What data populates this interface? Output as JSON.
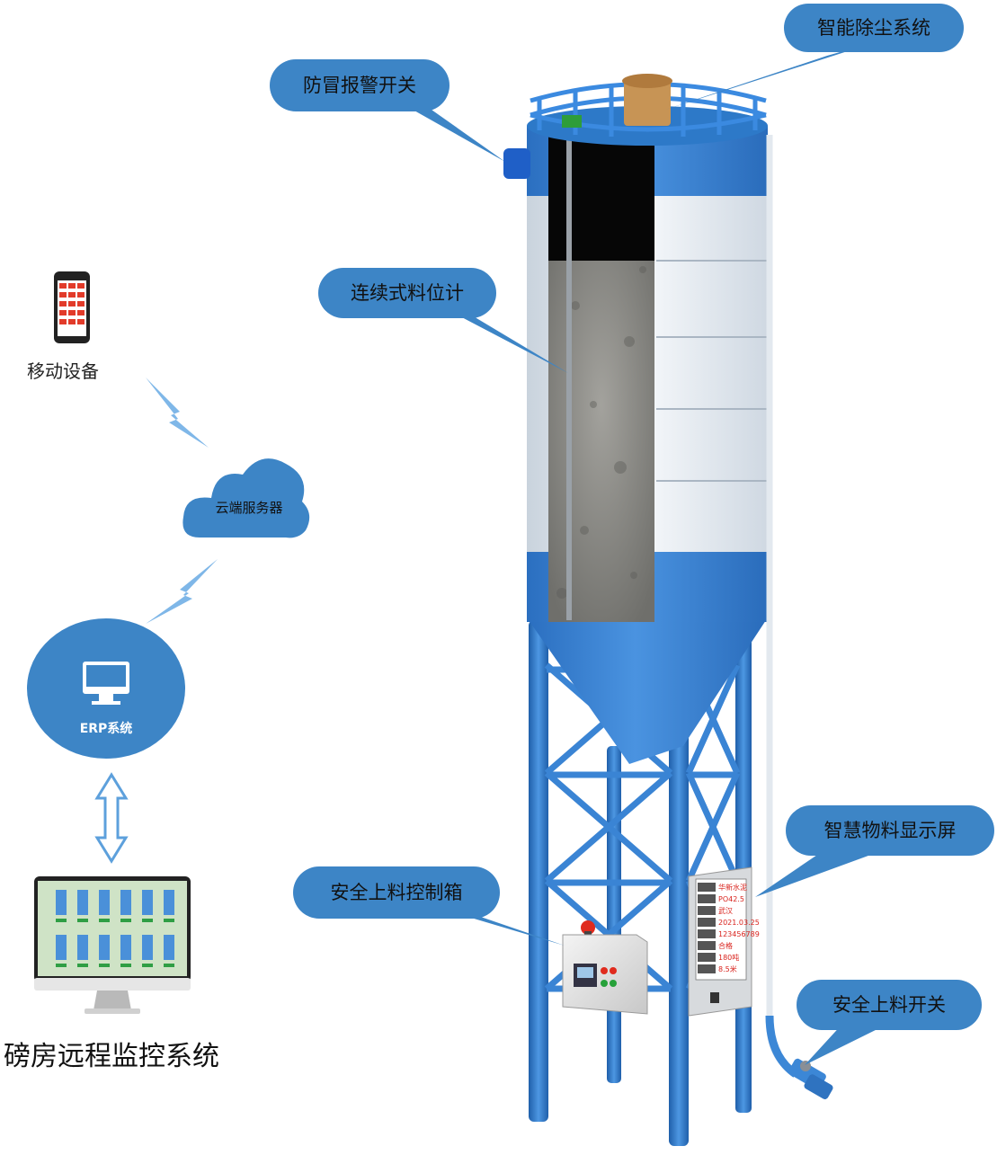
{
  "callouts": {
    "dust": "智能除尘系统",
    "alarm": "防冒报警开关",
    "level": "连续式料位计",
    "display": "智慧物料显示屏",
    "control": "安全上料控制箱",
    "switch": "安全上料开关"
  },
  "left": {
    "mobile": "移动设备",
    "cloud": "云端服务器",
    "erp": "ERP系统",
    "remote": "磅房远程监控系统"
  },
  "display_screen": {
    "values": [
      "华新水泥",
      "PO42.5",
      "武汉",
      "2021.03.25",
      "123456789",
      "合格",
      "180吨",
      "8.5米"
    ]
  },
  "colors": {
    "bubble": "#3d85c6",
    "silo_blue": "#2f7fd0",
    "silo_white": "#eef2f6",
    "material": "#8e8e8a",
    "display_red": "#d9231d"
  }
}
